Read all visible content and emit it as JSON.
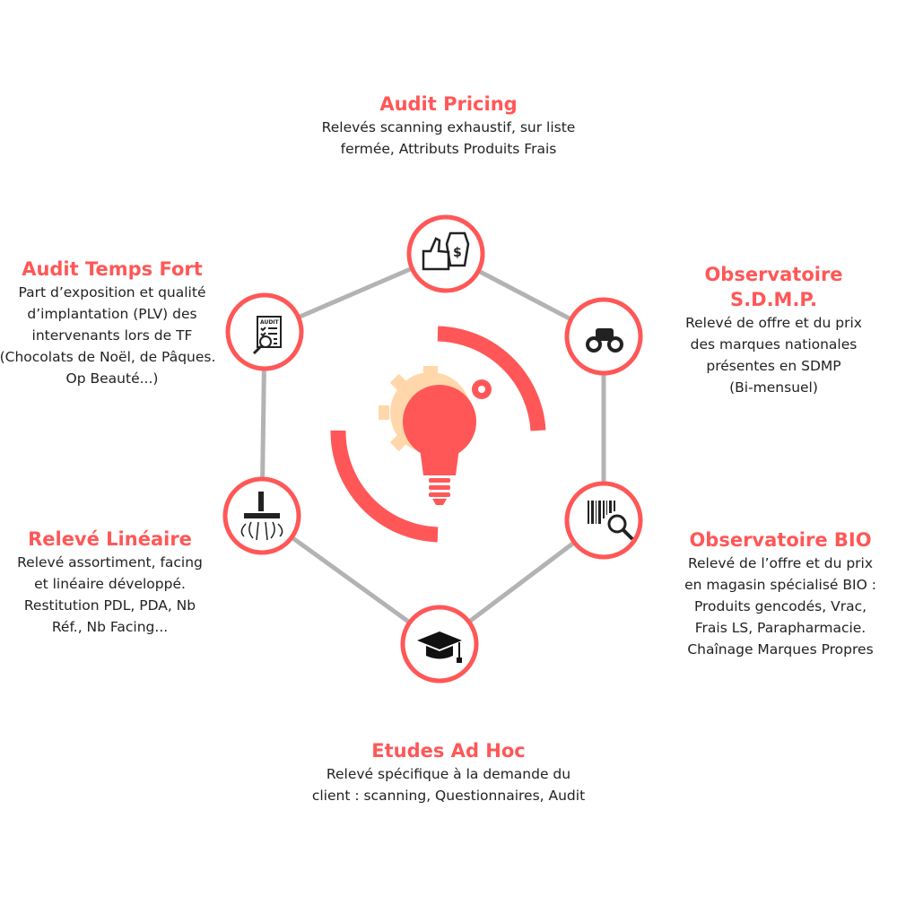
{
  "colors": {
    "accent": "#ff5757",
    "line": "#b3b3b3",
    "gear": "#ffd7aa"
  },
  "nodes": [
    {
      "title": "Audit Pricing",
      "desc": [
        "Relevés scanning exhaustif, sur liste",
        "fermée, Attributs Produits Frais"
      ],
      "icon": "thumbs-up-price-tag-icon"
    },
    {
      "title": "Observatoire",
      "title2": "S.D.M.P.",
      "desc": [
        "Relevé de offre et du prix",
        "des marques nationales",
        "présentes en SDMP",
        "(Bi-mensuel)"
      ],
      "icon": "binoculars-icon"
    },
    {
      "title": "Observatoire BIO",
      "desc": [
        "Relevé de l’offre et du prix",
        "en magasin spécialisé BIO :",
        "Produits gencodés, Vrac,",
        "Frais LS, Parapharmacie.",
        "Chaînage Marques Propres"
      ],
      "icon": "barcode-magnifier-icon"
    },
    {
      "title": "Etudes Ad Hoc",
      "desc": [
        "Relevé spécifique à la demande du",
        "client : scanning, Questionnaires, Audit"
      ],
      "icon": "graduation-cap-icon"
    },
    {
      "title": "Relevé Linéaire",
      "desc": [
        "Relevé assortiment, facing",
        "et linéaire développé.",
        "Restitution PDL, PDA, Nb",
        "Réf., Nb Facing..."
      ],
      "icon": "vacuum-icon"
    },
    {
      "title": "Audit Temps Fort",
      "desc": [
        "Part d’exposition et qualité",
        "d’implantation (PLV) des",
        "intervenants lors de TF",
        "(Chocolats de Noël, de Pâques.",
        "Op Beauté...)"
      ],
      "icon": "audit-checklist-icon",
      "audit_label": "AUDIT"
    }
  ]
}
